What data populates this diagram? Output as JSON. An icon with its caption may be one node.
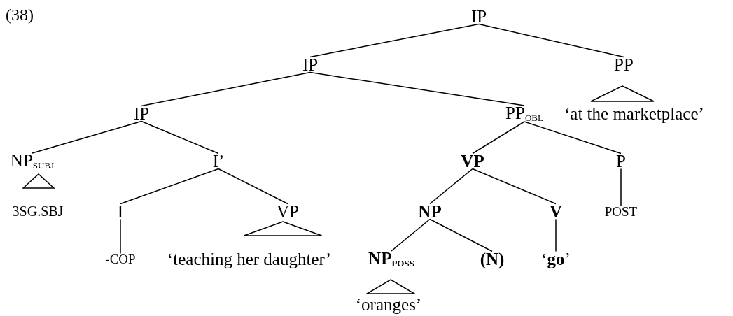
{
  "diagram": {
    "nodes": [
      {
        "text": [
          "IP"
        ]
      },
      {
        "text": [
          "IP"
        ]
      },
      {
        "text": [
          "PP"
        ]
      },
      {
        "text": [],
        "shape": "triangle"
      },
      {
        "text": [
          "‘at the marketplace’"
        ]
      },
      {
        "text": [
          "IP"
        ]
      },
      {
        "text": [
          "PP$_{OBL}$"
        ]
      },
      {
        "text": [
          "NP$_{SUBJ}$"
        ]
      },
      {
        "text": [
          "I’"
        ]
      },
      {
        "text": [
          "VP"
        ]
      },
      {
        "text": [
          "P"
        ]
      },
      {
        "text": [],
        "shape": "triangle"
      },
      {
        "text": [
          "3SG.SBJ"
        ]
      },
      {
        "text": [
          "I"
        ]
      },
      {
        "text": [
          "VP"
        ]
      },
      {
        "text": [],
        "shape": "triangle"
      },
      {
        "text": [
          "NP"
        ]
      },
      {
        "text": [
          "V"
        ]
      },
      {
        "text": [
          "POST"
        ]
      },
      {
        "text": [
          "-COP"
        ]
      },
      {
        "text": [
          "‘teaching her daughter’"
        ]
      },
      {
        "text": [
          "NP$_{POSS}$"
        ]
      },
      {
        "text": [
          "(N)"
        ]
      },
      {
        "text": [
          "‘**go**’"
        ]
      },
      {
        "text": [],
        "shape": "triangle"
      },
      {
        "text": [
          "‘oranges’"
        ]
      }
    ],
    "edges": [
      {
        "from": 0,
        "to": 1,
        "arrow": "none"
      },
      {
        "from": 0,
        "to": 2,
        "arrow": "none"
      },
      {
        "from": 1,
        "to": 5,
        "arrow": "none"
      },
      {
        "from": 1,
        "to": 6,
        "arrow": "none"
      },
      {
        "from": 5,
        "to": 7,
        "arrow": "none"
      },
      {
        "from": 5,
        "to": 8,
        "arrow": "none"
      },
      {
        "from": 6,
        "to": 9,
        "arrow": "none"
      },
      {
        "from": 6,
        "to": 10,
        "arrow": "none"
      },
      {
        "from": 8,
        "to": 13,
        "arrow": "none"
      },
      {
        "from": 8,
        "to": 14,
        "arrow": "none"
      },
      {
        "from": 9,
        "to": 16,
        "arrow": "none"
      },
      {
        "from": 9,
        "to": 17,
        "arrow": "none"
      },
      {
        "from": 10,
        "to": 18,
        "arrow": "none"
      },
      {
        "from": 13,
        "to": 19,
        "arrow": "none"
      },
      {
        "from": 16,
        "to": 21,
        "arrow": "none"
      },
      {
        "from": 16,
        "to": 22,
        "arrow": "none"
      },
      {
        "from": 17,
        "to": 23,
        "arrow": "none"
      }
    ],
    "labels": [
      "(38)"
    ]
  }
}
